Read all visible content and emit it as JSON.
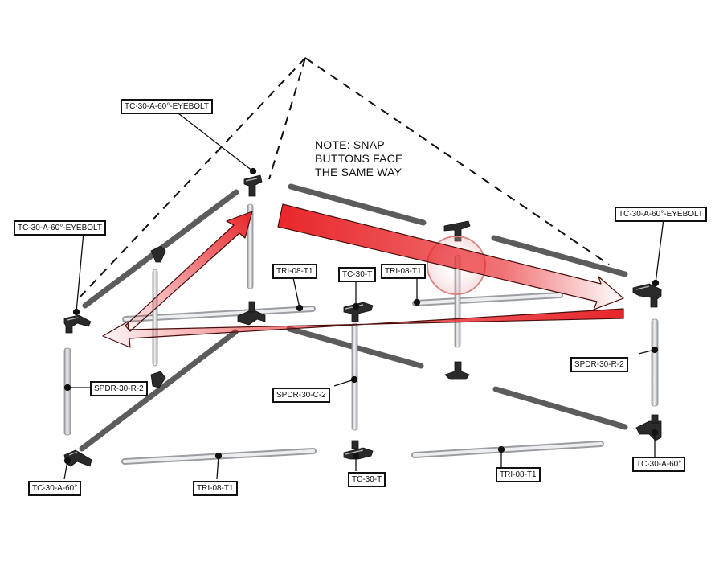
{
  "note": {
    "lines": [
      "NOTE: SNAP",
      "BUTTONS FACE",
      "THE SAME WAY"
    ]
  },
  "labels": {
    "eyebolt_top": "TC-30-A-60°-EYEBOLT",
    "eyebolt_left": "TC-30-A-60°-EYEBOLT",
    "eyebolt_right": "TC-30-A-60°-EYEBOLT",
    "tri_upper_left": "TRI-08-T1",
    "tc_t_upper": "TC-30-T",
    "tri_upper_right": "TRI-08-T1",
    "spdr_r_left": "SPDR-30-R-2",
    "spdr_c_center": "SPDR-30-C-2",
    "spdr_r_right": "SPDR-30-R-2",
    "tc_a_left": "TC-30-A-60°",
    "tri_lower_left": "TRI-08-T1",
    "tc_t_lower": "TC-30-T",
    "tri_lower_right": "TRI-08-T1",
    "tc_a_right": "TC-30-A-60°"
  },
  "colors": {
    "arrow": "#e8262a",
    "arrow_outline": "#4a0c0c",
    "tube_light": "#d4d7da",
    "tube_dark": "#5c5c5c",
    "connector": "#2a2a2a",
    "dash": "#111111"
  }
}
